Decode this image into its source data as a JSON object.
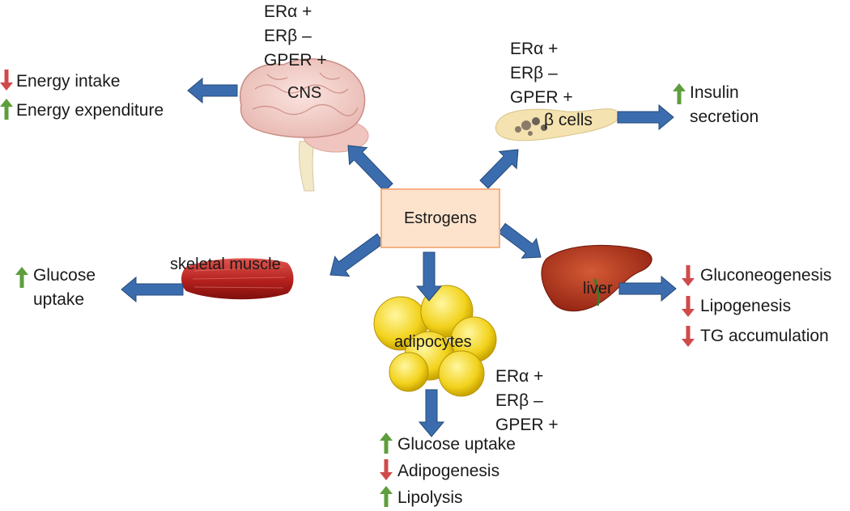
{
  "center": {
    "label": "Estrogens"
  },
  "colors": {
    "arrow": "#3b6dae",
    "increase": "#5e9e3c",
    "decrease": "#d04a4a"
  },
  "organs": {
    "cns": {
      "label": "CNS",
      "receptors": [
        "ERα +",
        "ERβ –",
        "GPER +"
      ],
      "effects": [
        {
          "dir": "down",
          "text": "Energy intake"
        },
        {
          "dir": "up",
          "text": "Energy expenditure"
        }
      ]
    },
    "beta_cells": {
      "label": "β cells",
      "receptors": [
        "ERα +",
        "ERβ –",
        "GPER +"
      ],
      "effects": [
        {
          "dir": "up",
          "text": "Insulin\nsecretion"
        }
      ]
    },
    "muscle": {
      "label": "skeletal muscle",
      "effects": [
        {
          "dir": "up",
          "text": "Glucose\nuptake"
        }
      ]
    },
    "liver": {
      "label": "liver",
      "effects": [
        {
          "dir": "down",
          "text": "Gluconeogenesis"
        },
        {
          "dir": "down",
          "text": "Lipogenesis"
        },
        {
          "dir": "down",
          "text": "TG accumulation"
        }
      ]
    },
    "adipocytes": {
      "label": "adipocytes",
      "receptors": [
        "ERα +",
        "ERβ –",
        "GPER +"
      ],
      "effects": [
        {
          "dir": "up",
          "text": "Glucose uptake"
        },
        {
          "dir": "down",
          "text": "Adipogenesis"
        },
        {
          "dir": "up",
          "text": "Lipolysis"
        }
      ]
    }
  }
}
